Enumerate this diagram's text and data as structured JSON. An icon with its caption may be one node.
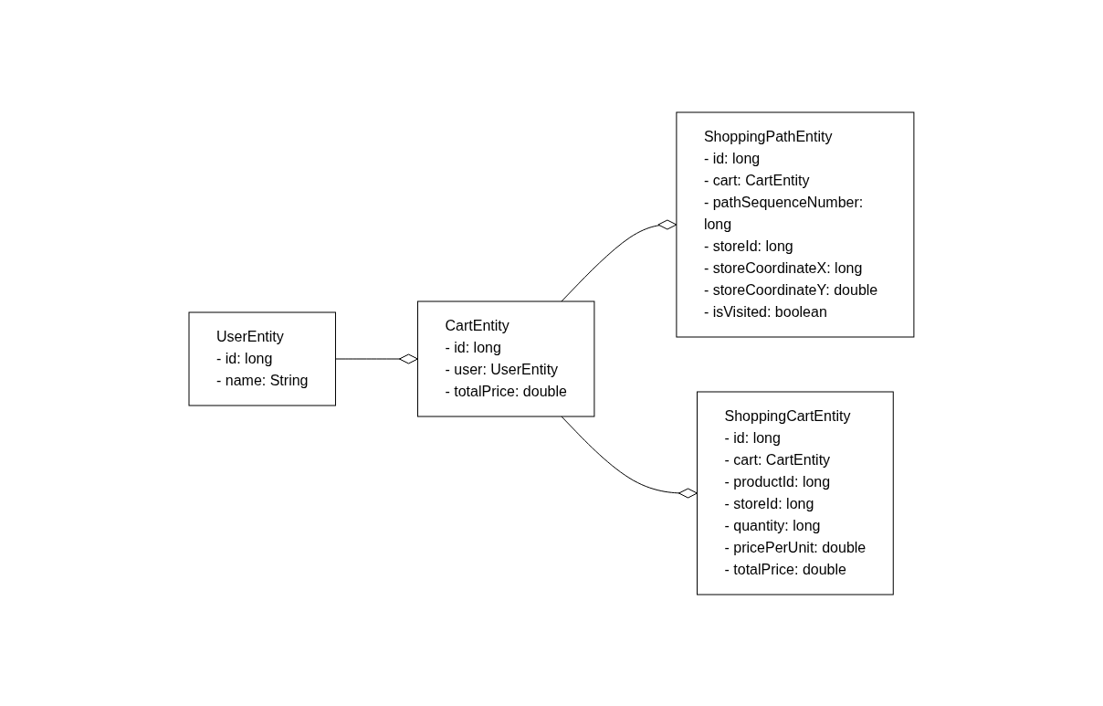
{
  "diagram": {
    "nodes": [
      {
        "text": [
          "UserEntity",
          "- id: long",
          "- name: String"
        ]
      },
      {
        "text": [
          "CartEntity",
          "- id: long",
          "- user: UserEntity",
          "- totalPrice: double"
        ]
      },
      {
        "text": [
          "ShoppingPathEntity",
          "- id: long",
          "- cart: CartEntity",
          "- pathSequenceNumber: long",
          "- storeId: long",
          "- storeCoordinateX: long",
          "- storeCoordinateY: double",
          "- isVisited: boolean"
        ]
      },
      {
        "text": [
          "ShoppingCartEntity",
          "- id: long",
          "- cart: CartEntity",
          "- productId: long",
          "- storeId: long",
          "- quantity: long",
          "- pricePerUnit: double",
          "- totalPrice: double"
        ]
      }
    ],
    "edges": [
      {
        "from": 0,
        "to": 1,
        "arrow": "other"
      },
      {
        "from": 1,
        "to": 2,
        "arrow": "other"
      },
      {
        "from": 1,
        "to": 3,
        "arrow": "other"
      }
    ]
  }
}
